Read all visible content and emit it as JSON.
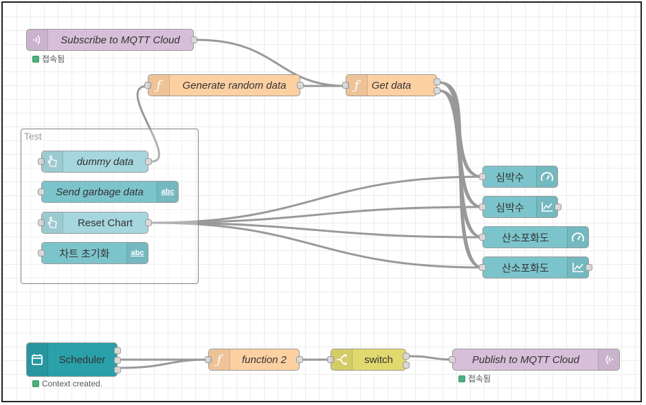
{
  "group": {
    "label": "Test"
  },
  "nodes": {
    "subscribe": {
      "label": "Subscribe to MQTT Cloud",
      "icon": "broadcast-icon",
      "status": "접속됨"
    },
    "generate": {
      "label": "Generate random data",
      "icon": "function-icon"
    },
    "getdata": {
      "label": "Get data",
      "icon": "function-icon"
    },
    "dummy": {
      "label": "dummy data",
      "icon": "hand-pointer-icon"
    },
    "garbage": {
      "label": "Send garbage data",
      "icon": "abc-text-icon"
    },
    "reset": {
      "label": "Reset Chart",
      "icon": "hand-pointer-icon"
    },
    "chartreset": {
      "label": "차트 초기화",
      "icon": "abc-text-icon"
    },
    "hr_gauge": {
      "label": "심박수",
      "icon": "gauge-icon"
    },
    "hr_chart": {
      "label": "심박수",
      "icon": "line-chart-icon"
    },
    "spo2_gauge": {
      "label": "산소포화도",
      "icon": "gauge-icon"
    },
    "spo2_chart": {
      "label": "산소포화도",
      "icon": "line-chart-icon"
    },
    "scheduler": {
      "label": "Scheduler",
      "icon": "calendar-icon",
      "status": "Context created."
    },
    "function2": {
      "label": "function 2",
      "icon": "function-icon"
    },
    "switch": {
      "label": "switch",
      "icon": "switch-icon"
    },
    "publish": {
      "label": "Publish to MQTT Cloud",
      "icon": "broadcast-icon",
      "status": "접속됨"
    }
  },
  "colors": {
    "mqtt": "#d7bfd9",
    "function": "#fdd0a2",
    "inject": "#a6d7df",
    "dashboard": "#7cc4cc",
    "scheduler": "#2aa0a8",
    "switch": "#e2d96e",
    "status_connected": "#4caf7d",
    "wire": "#999999"
  }
}
